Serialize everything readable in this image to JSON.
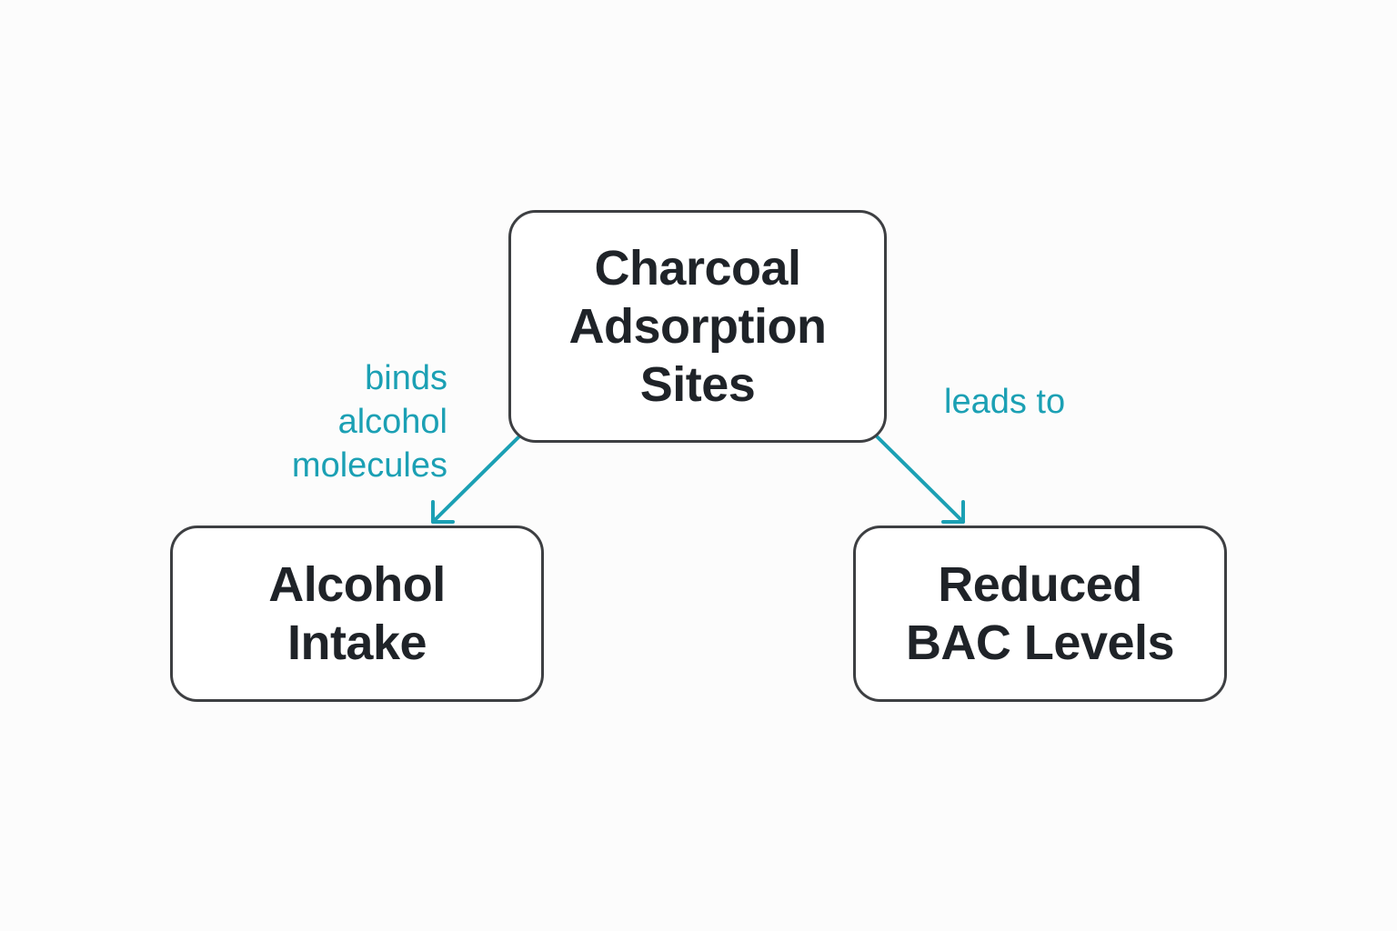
{
  "nodes": {
    "top": "Charcoal\nAdsorption\nSites",
    "left": "Alcohol\nIntake",
    "right": "Reduced\nBAC Levels"
  },
  "edges": {
    "left_label": "binds\nalcohol\nmolecules",
    "right_label": "leads to"
  },
  "colors": {
    "edge": "#1ba0b4",
    "node_border": "#3d3f42",
    "node_text": "#1f2328"
  }
}
